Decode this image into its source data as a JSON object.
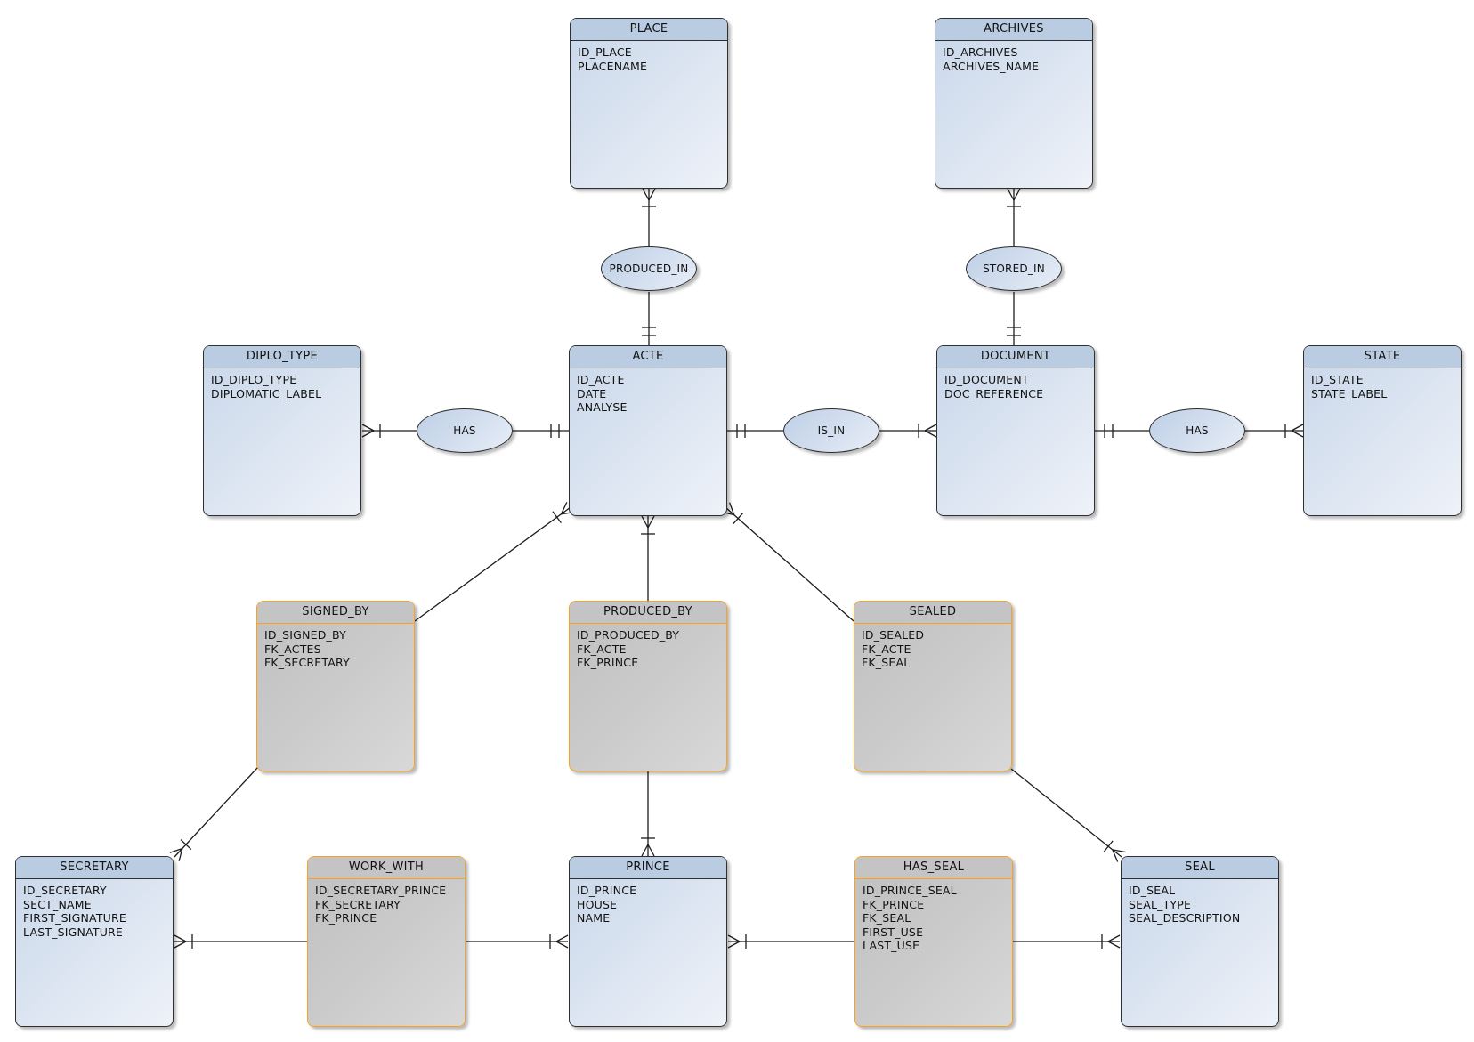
{
  "entities": {
    "place": {
      "title": "PLACE",
      "attributes": [
        "ID_PLACE",
        "PLACENAME"
      ]
    },
    "archives": {
      "title": "ARCHIVES",
      "attributes": [
        "ID_ARCHIVES",
        "ARCHIVES_NAME"
      ]
    },
    "diplo_type": {
      "title": "DIPLO_TYPE",
      "attributes": [
        "ID_DIPLO_TYPE",
        "DIPLOMATIC_LABEL"
      ]
    },
    "acte": {
      "title": "ACTE",
      "attributes": [
        "ID_ACTE",
        "DATE",
        "ANALYSE"
      ]
    },
    "document": {
      "title": "DOCUMENT",
      "attributes": [
        "ID_DOCUMENT",
        "DOC_REFERENCE"
      ]
    },
    "state": {
      "title": "STATE",
      "attributes": [
        "ID_STATE",
        "STATE_LABEL"
      ]
    },
    "secretary": {
      "title": "SECRETARY",
      "attributes": [
        "ID_SECRETARY",
        "SECT_NAME",
        "FIRST_SIGNATURE",
        "LAST_SIGNATURE"
      ]
    },
    "prince": {
      "title": "PRINCE",
      "attributes": [
        "ID_PRINCE",
        "HOUSE",
        "NAME"
      ]
    },
    "seal": {
      "title": "SEAL",
      "attributes": [
        "ID_SEAL",
        "SEAL_TYPE",
        "SEAL_DESCRIPTION"
      ]
    },
    "signed_by": {
      "title": "SIGNED_BY",
      "attributes": [
        "ID_SIGNED_BY",
        "FK_ACTES",
        "FK_SECRETARY"
      ]
    },
    "produced_by": {
      "title": "PRODUCED_BY",
      "attributes": [
        "ID_PRODUCED_BY",
        "FK_ACTE",
        "FK_PRINCE"
      ]
    },
    "sealed": {
      "title": "SEALED",
      "attributes": [
        "ID_SEALED",
        "FK_ACTE",
        "FK_SEAL"
      ]
    },
    "work_with": {
      "title": "WORK_WITH",
      "attributes": [
        "ID_SECRETARY_PRINCE",
        "FK_SECRETARY",
        "FK_PRINCE"
      ]
    },
    "has_seal": {
      "title": "HAS_SEAL",
      "attributes": [
        "ID_PRINCE_SEAL",
        "FK_PRINCE",
        "FK_SEAL",
        "FIRST_USE",
        "LAST_USE"
      ]
    }
  },
  "relationships": {
    "produced_in": {
      "label": "PRODUCED_IN"
    },
    "stored_in": {
      "label": "STORED_IN"
    },
    "has_diplo": {
      "label": "HAS"
    },
    "is_in": {
      "label": "IS_IN"
    },
    "has_state": {
      "label": "HAS"
    }
  },
  "colors": {
    "entity_header": "#b9cce2",
    "entity_body": "#dde6f2",
    "entity_border": "#2f2f2f",
    "association_border": "#f5a226",
    "association_body": "#c8c8c8",
    "relationship_fill": "#ccd9ea",
    "connector": "#1c1c1c",
    "background": "#ffffff"
  }
}
